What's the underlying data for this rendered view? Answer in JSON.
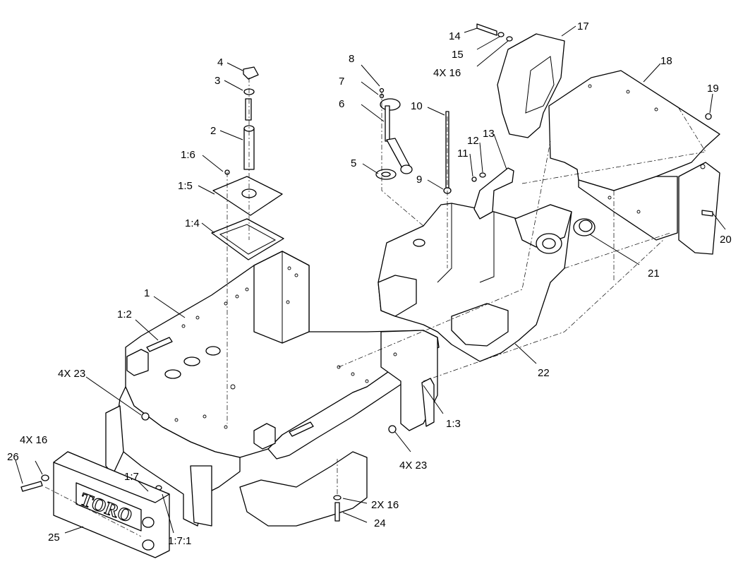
{
  "diagram": {
    "labels": {
      "l1": "1",
      "l1_2": "1:2",
      "l1_3": "1:3",
      "l1_4": "1:4",
      "l1_5": "1:5",
      "l1_6": "1:6",
      "l1_7": "1:7",
      "l1_7_1": "1:7:1",
      "l2": "2",
      "l3": "3",
      "l4": "4",
      "l5": "5",
      "l6": "6",
      "l7": "7",
      "l8": "8",
      "l9": "9",
      "l10": "10",
      "l11": "11",
      "l12": "12",
      "l13": "13",
      "l14": "14",
      "l15": "15",
      "l4x16_top": "4X 16",
      "l17": "17",
      "l18": "18",
      "l19": "19",
      "l20": "20",
      "l21": "21",
      "l22": "22",
      "l4x23_left": "4X 23",
      "l4x23_right": "4X 23",
      "l4x16_left": "4X 16",
      "l26": "26",
      "l25": "25",
      "l2x16": "2X 16",
      "l24": "24"
    },
    "logo_text": "TORO"
  }
}
